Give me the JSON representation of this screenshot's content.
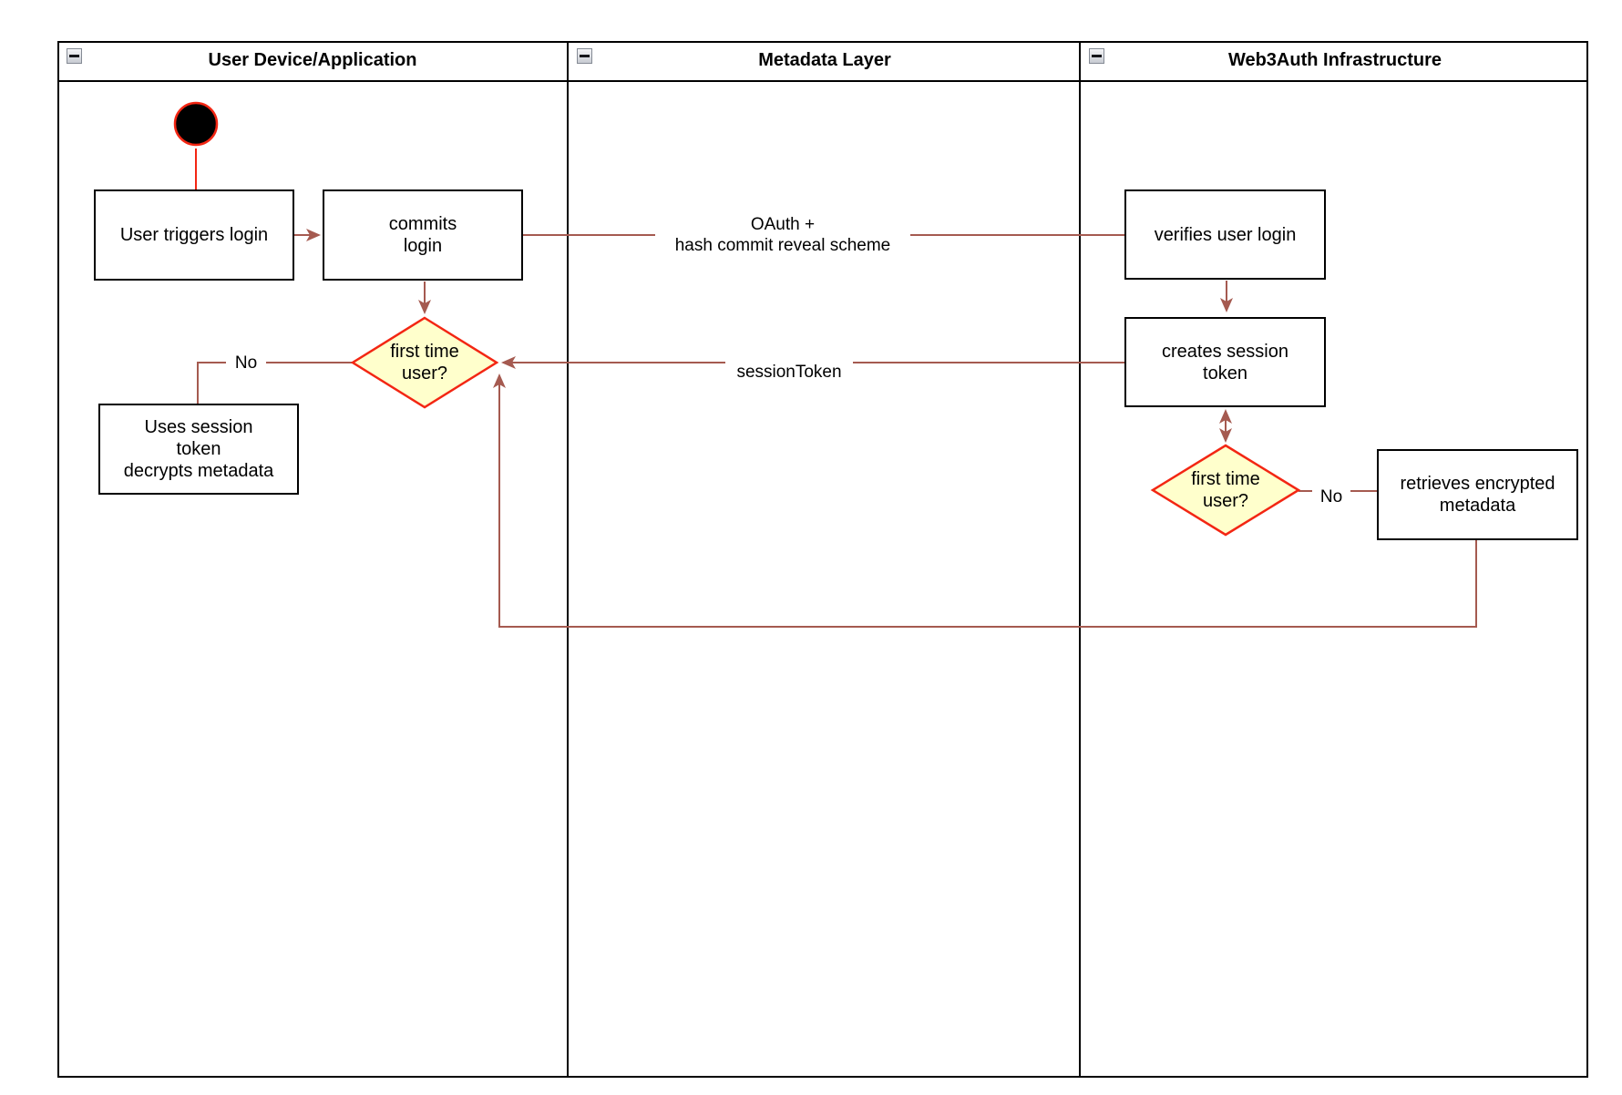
{
  "lanes": [
    {
      "title": "User Device/Application"
    },
    {
      "title": "Metadata Layer"
    },
    {
      "title": "Web3Auth Infrastructure"
    }
  ],
  "icons": {
    "lane_collapse": "minus-icon"
  },
  "nodes": {
    "user_triggers_login": {
      "label": "User triggers login"
    },
    "commits_login": {
      "label": "commits\nlogin"
    },
    "first_time_user_app": {
      "label": "first time\nuser?"
    },
    "uses_session_token": {
      "label": "Uses session\ntoken\ndecrypts metadata"
    },
    "verifies_user_login": {
      "label": "verifies user login"
    },
    "creates_session_token": {
      "label": "creates session\ntoken"
    },
    "first_time_user_infra": {
      "label": "first time\nuser?"
    },
    "retrieves_encrypted_metadata": {
      "label": "retrieves encrypted\nmetadata"
    }
  },
  "edge_labels": {
    "oauth": "OAuth +\nhash commit reveal scheme",
    "session_token": "sessionToken",
    "no_app": "No",
    "no_infra": "No"
  },
  "colors": {
    "edge": "#a55a50",
    "decision_fill": "#ffffcc",
    "decision_stroke": "#f32613",
    "start_fill": "#000000",
    "start_stroke": "#f32613",
    "lane_border": "#000000",
    "node_fill": "#ffffff"
  }
}
